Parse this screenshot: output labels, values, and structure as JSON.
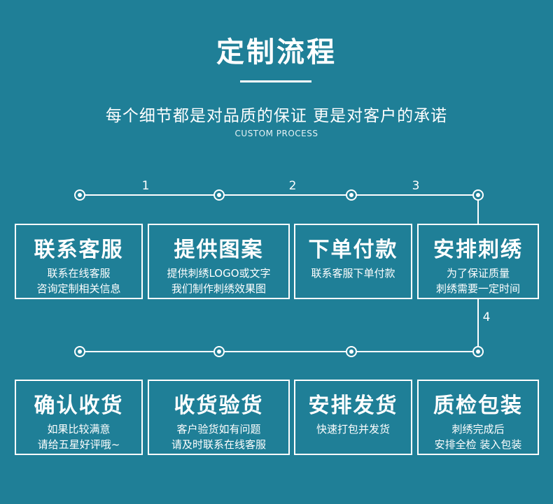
{
  "header": {
    "title": "定制流程",
    "subtitle": "每个细节都是对品质的保证 更是对客户的承诺",
    "subtitle_en": "CUSTOM PROCESS"
  },
  "timeline": {
    "step_numbers": [
      "1",
      "2",
      "3",
      "4"
    ]
  },
  "steps_row1": [
    {
      "title": "联系客服",
      "lines": [
        "联系在线客服",
        "咨询定制相关信息"
      ]
    },
    {
      "title": "提供图案",
      "lines": [
        "提供刺绣LOGO或文字",
        "我们制作刺绣效果图"
      ]
    },
    {
      "title": "下单付款",
      "lines": [
        "联系客服下单付款",
        ""
      ]
    },
    {
      "title": "安排刺绣",
      "lines": [
        "为了保证质量",
        "刺绣需要一定时间"
      ]
    }
  ],
  "steps_row2": [
    {
      "title": "确认收货",
      "lines": [
        "如果比较满意",
        "请给五星好评哦~"
      ]
    },
    {
      "title": "收货验货",
      "lines": [
        "客户验货如有问题",
        "请及时联系在线客服"
      ]
    },
    {
      "title": "安排发货",
      "lines": [
        "快速打包并发货",
        ""
      ]
    },
    {
      "title": "质检包装",
      "lines": [
        "刺绣完成后",
        "安排全检 装入包装"
      ]
    }
  ],
  "colors": {
    "background": "#1f7f97",
    "foreground": "#ffffff"
  }
}
